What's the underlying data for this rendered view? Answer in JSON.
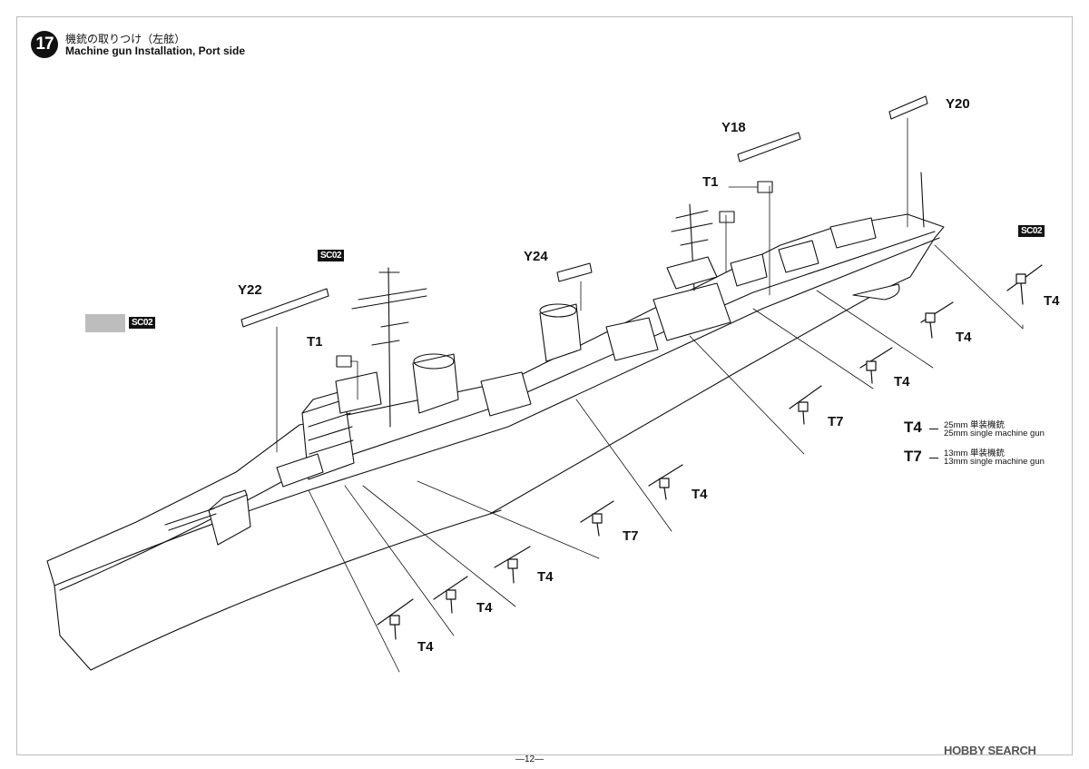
{
  "step": {
    "number": "17",
    "title_jp": "機銃の取りつけ（左舷）",
    "title_en": "Machine gun Installation, Port side"
  },
  "labels": {
    "y22": "Y22",
    "y24": "Y24",
    "y18": "Y18",
    "y20": "Y20",
    "t1_fore": "T1",
    "t1_aft": "T1",
    "t4": "T4",
    "t7": "T7",
    "sc02": "SC02"
  },
  "legend": [
    {
      "code": "T4",
      "jp": "25mm 単装機銃",
      "en": "25mm single machine gun"
    },
    {
      "code": "T7",
      "jp": "13mm 単装機銃",
      "en": "13mm single machine gun"
    }
  ],
  "page_number": "—12—",
  "watermark": "HOBBY SEARCH",
  "colors": {
    "line": "#111111",
    "swatch": "#bdbdbd",
    "badge": "#111111"
  }
}
